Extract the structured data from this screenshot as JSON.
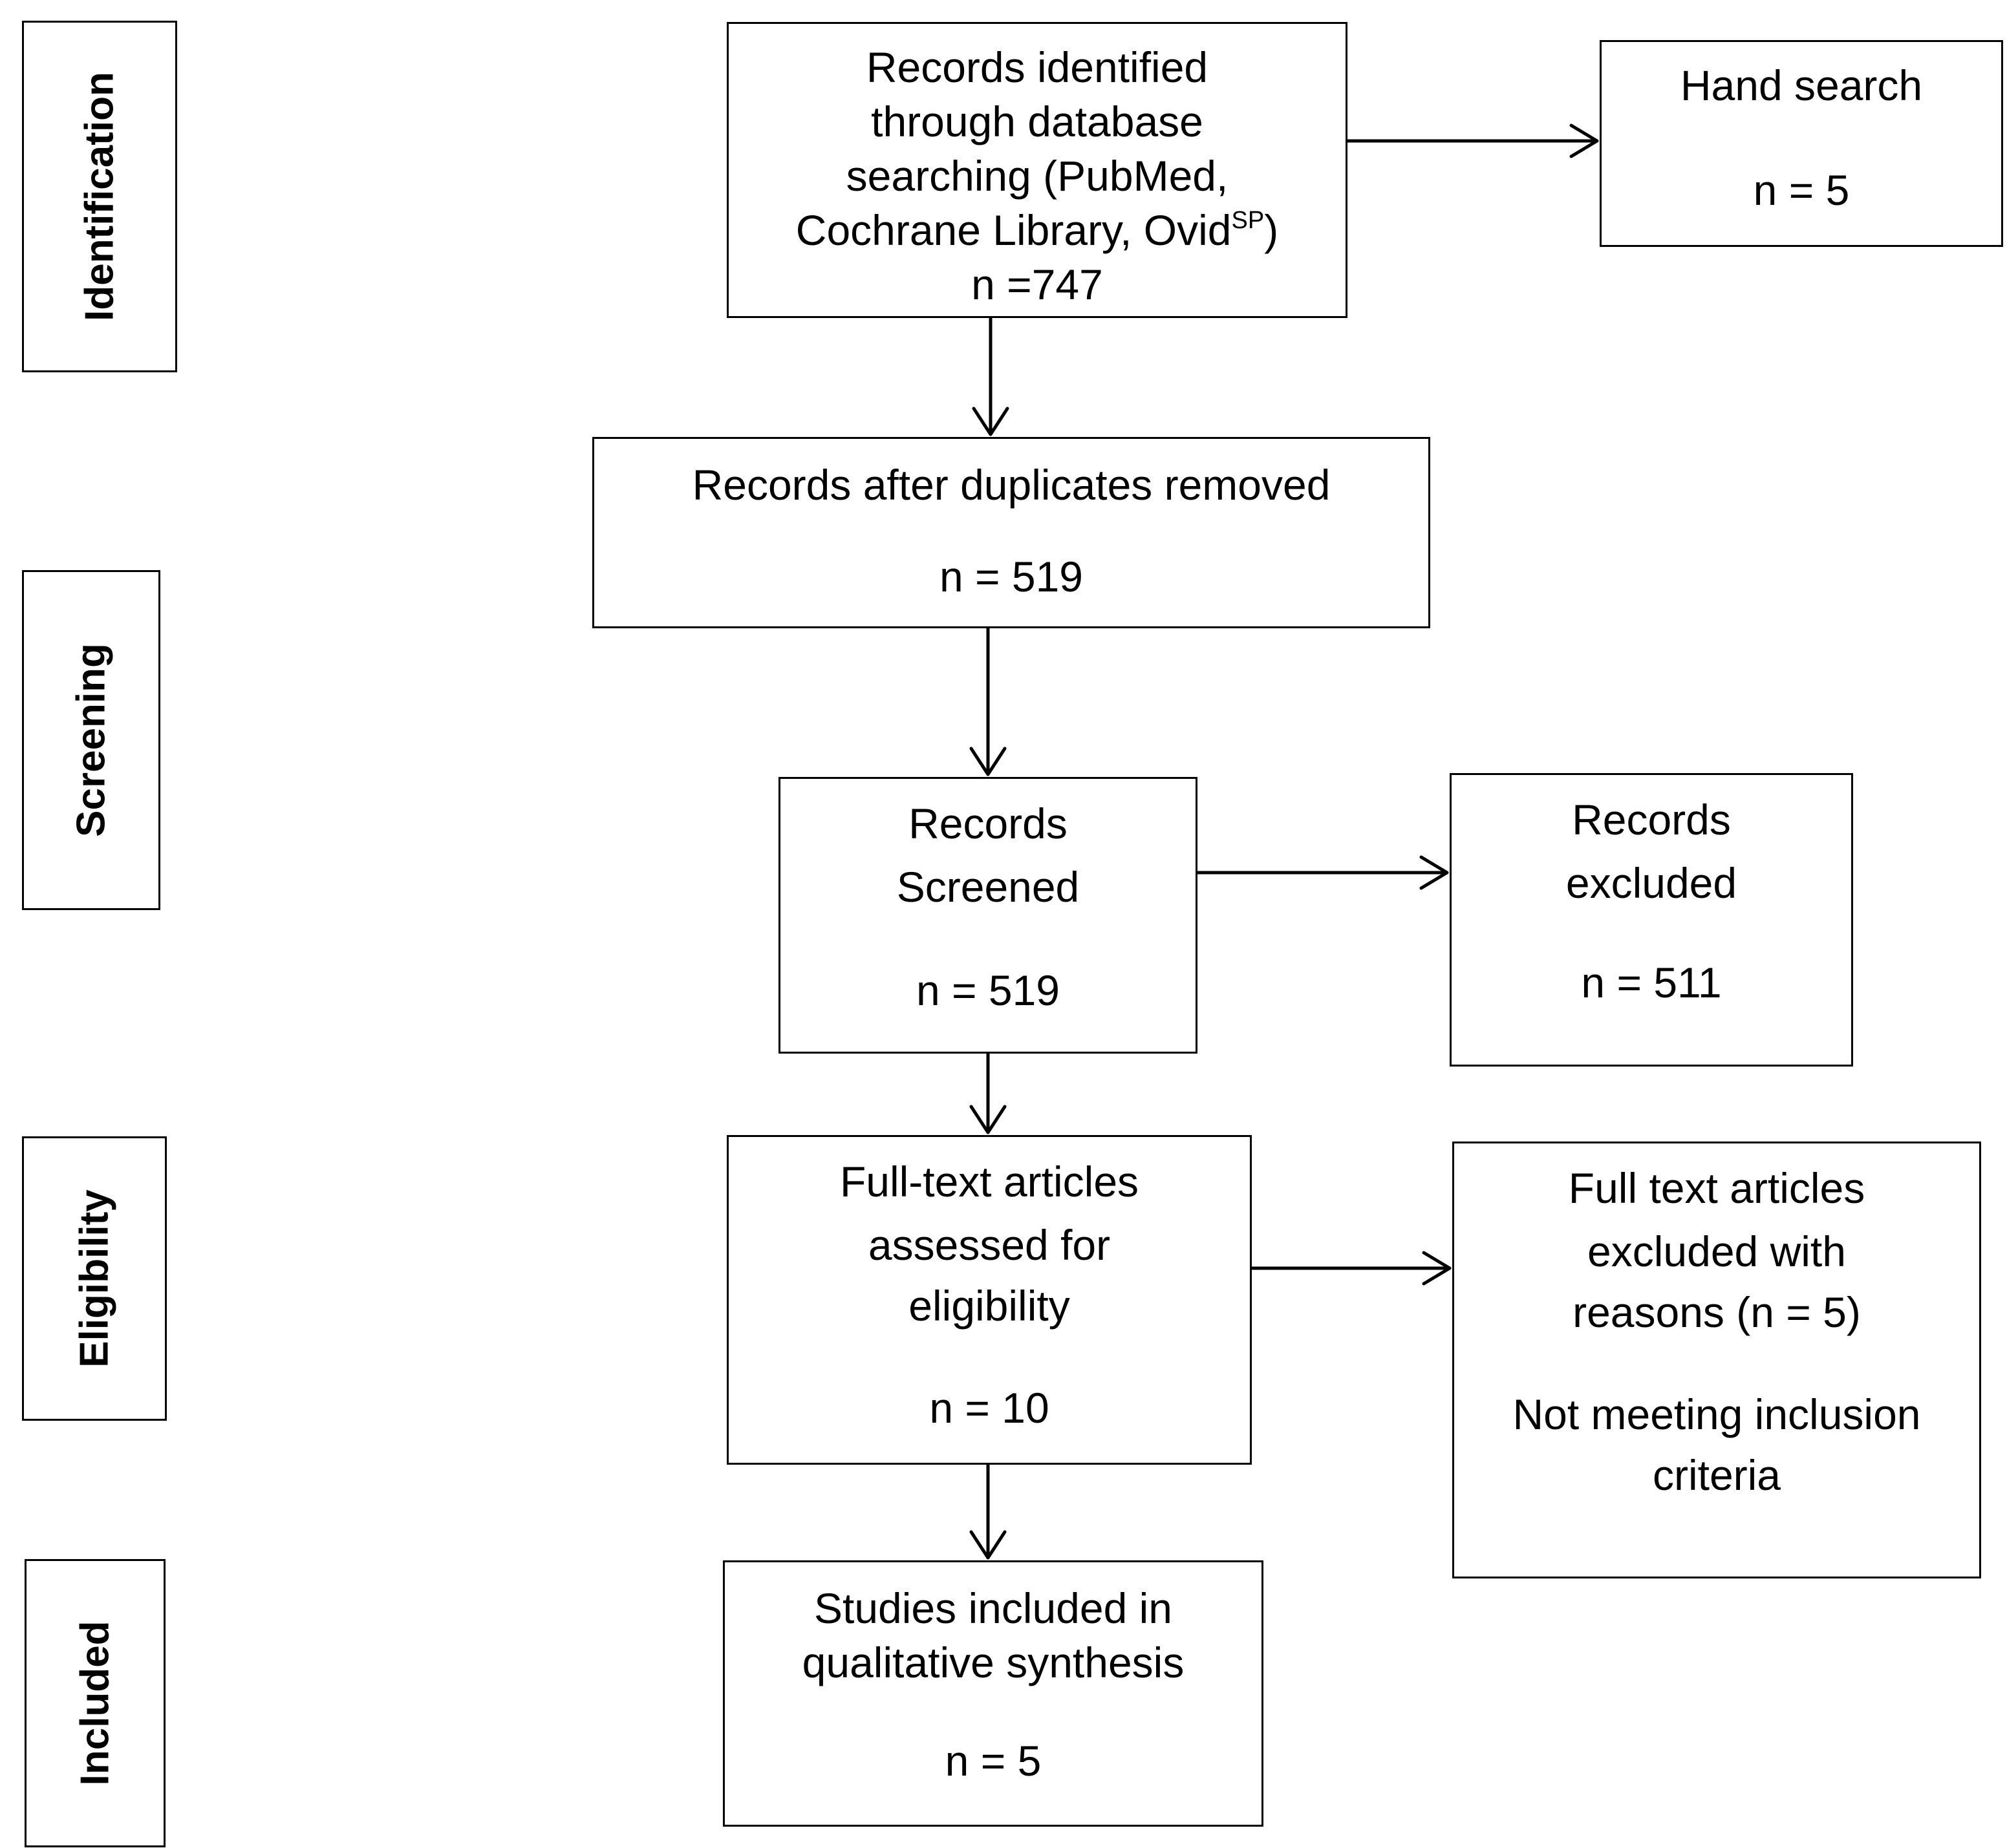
{
  "stages": {
    "identification": "Identification",
    "screening": "Screening",
    "eligibility": "Eligibility",
    "included": "Included"
  },
  "boxes": {
    "identified": {
      "line1": "Records identified",
      "line2": "through database",
      "line3": "searching (PubMed,",
      "line4": "Cochrane Library, Ovid",
      "line4_sup": "SP",
      "line4_end": ")",
      "count": "n =747"
    },
    "hand_search": {
      "label": "Hand search",
      "count": "n = 5"
    },
    "deduplicated": {
      "label": "Records after duplicates removed",
      "count": "n = 519"
    },
    "screened": {
      "line1": "Records",
      "line2": "Screened",
      "count": "n = 519"
    },
    "excluded": {
      "line1": "Records",
      "line2": "excluded",
      "count": "n = 511"
    },
    "fulltext": {
      "line1": "Full-text articles",
      "line2": "assessed for",
      "line3": "eligibility",
      "count": "n = 10"
    },
    "fulltext_excluded": {
      "line1": "Full text articles",
      "line2": "excluded with",
      "line3": "reasons (n = 5)",
      "line4": "Not meeting inclusion",
      "line5": "criteria"
    },
    "included": {
      "line1": "Studies included in",
      "line2": "qualitative synthesis",
      "count": "n = 5"
    }
  }
}
